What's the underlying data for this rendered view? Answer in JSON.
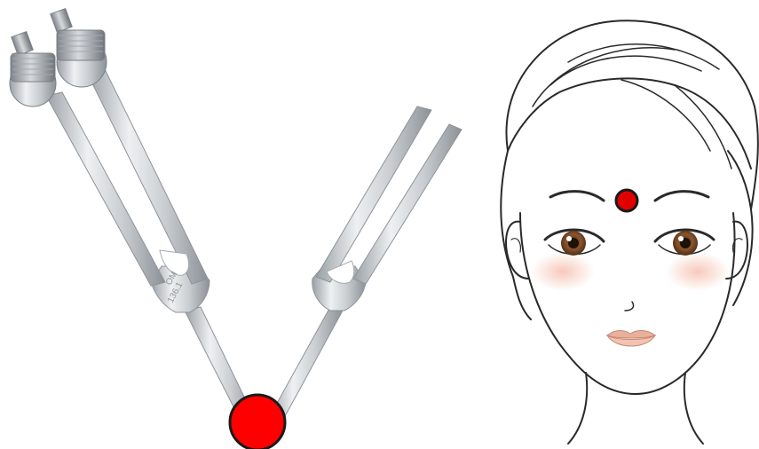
{
  "left_fork": {
    "engraving_line1": "OM",
    "engraving_line2": "136.1"
  },
  "markers": {
    "fork_contact_color": "#ff0000",
    "third_eye_color": "#e00000",
    "outline_color": "#1a1a1a"
  },
  "icons": {
    "left_fork": "weighted-tuning-fork-icon",
    "right_fork": "unweighted-tuning-fork-icon",
    "face": "woman-face-illustration",
    "contact_marker": "red-dot-icon",
    "third_eye_marker": "red-dot-icon"
  }
}
